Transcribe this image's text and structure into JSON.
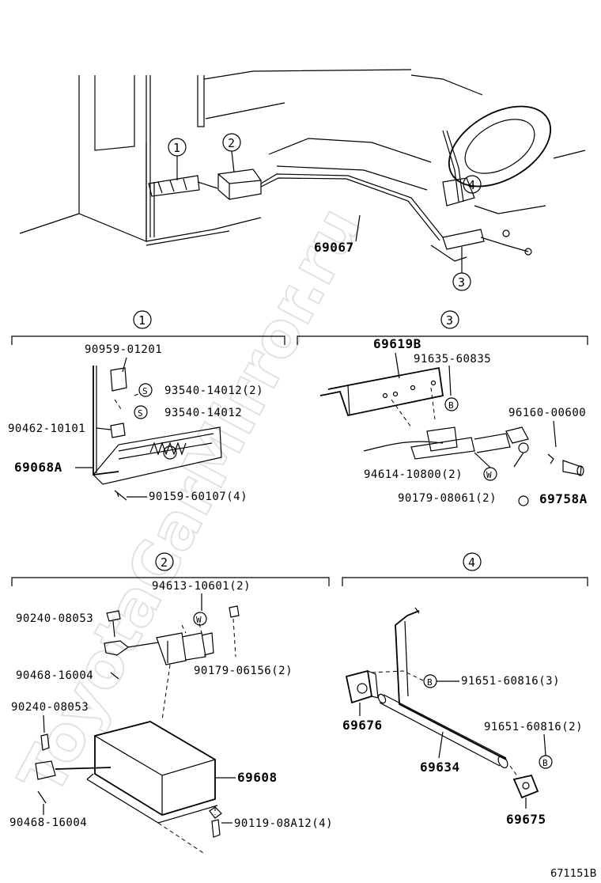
{
  "watermark": "ToyotaCarMirror.ru",
  "diagram_ref": "671151B",
  "overview": {
    "callouts": [
      "1",
      "2",
      "3",
      "4"
    ],
    "label_cable": "69067"
  },
  "section1": {
    "number": "1",
    "labels": {
      "p1": "90959-01201",
      "p2": "93540-14012(2)",
      "p3": "93540-14012",
      "p4": "90462-10101",
      "p5": "69068A",
      "p6": "90159-60107(4)",
      "s_mark": "S"
    }
  },
  "section2": {
    "number": "2",
    "labels": {
      "p1": "94613-10601(2)",
      "p2": "90240-08053",
      "p3": "90179-06156(2)",
      "p4": "90468-16004",
      "p5": "90240-08053",
      "p6": "69608",
      "p7": "90468-16004",
      "p8": "90119-08A12(4)",
      "w_mark": "W"
    }
  },
  "section3": {
    "number": "3",
    "labels": {
      "p1": "69619B",
      "p2": "91635-60835",
      "p3": "96160-00600",
      "p4": "94614-10800(2)",
      "p5": "90179-08061(2)",
      "p6": "69758A",
      "b_mark": "B",
      "w_mark": "W"
    }
  },
  "section4": {
    "number": "4",
    "labels": {
      "p1": "91651-60816(3)",
      "p2": "69676",
      "p3": "91651-60816(2)",
      "p4": "69634",
      "p5": "69675",
      "b_mark": "B"
    }
  }
}
